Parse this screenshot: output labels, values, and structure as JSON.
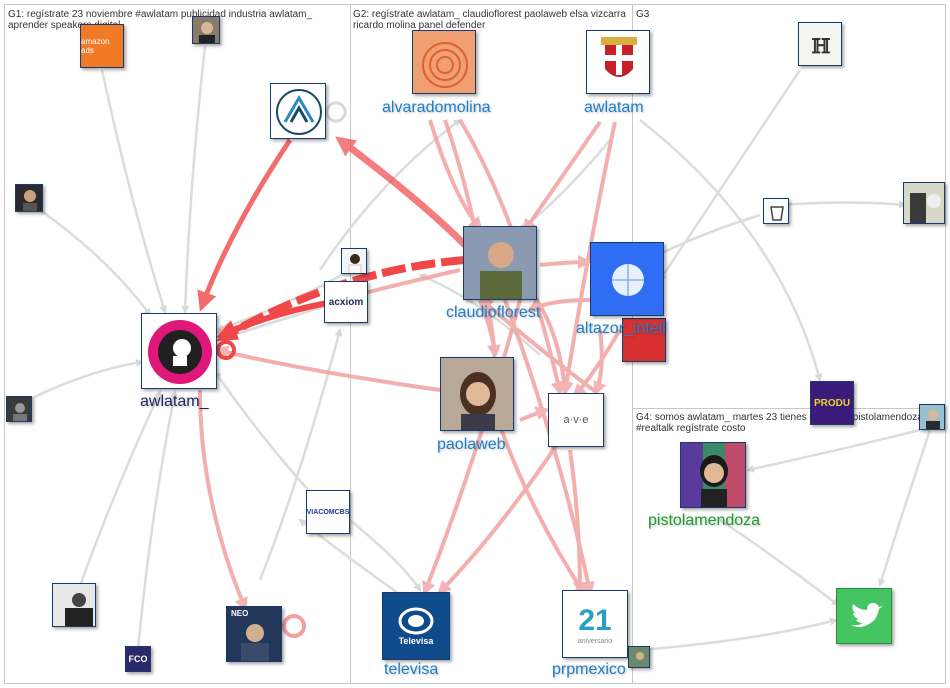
{
  "groups": {
    "g1": "G1: regístrate 23 noviembre #awlatam publicidad industria awlatam_ aprender speakers digital",
    "g2": "G2: regístrate awlatam_ claudioflorest paolaweb elsa vizcarra ricardo molina panel defender",
    "g3": "G3",
    "g4": "G4: somos awlatam_ martes 23 tienes escuchar pistolamendoza #realtalk regístrate costo"
  },
  "nodes": {
    "awlatam_": "awlatam_",
    "alvaradomolina": "alvaradomolina",
    "awlatam": "awlatam",
    "claudioflorest": "claudioflorest",
    "altazor_intell": "altazor_intell",
    "paolaweb": "paolaweb",
    "pistolamendoza": "pistolamendoza",
    "televisa": "televisa",
    "prpmexico": "prpmexico"
  },
  "logos": {
    "amazon_ads": "amazon ads",
    "acxiom": "acxiom",
    "viacom": "VIACOMCBS",
    "fco": "FCO",
    "neo": "NEO",
    "televisa": "Televisa",
    "ave": "a·v·e",
    "produ": "PRODU",
    "prp": "21",
    "prp_sub": "aniversario"
  },
  "colors": {
    "strong_edge": "#f03c3c",
    "medium_edge": "#f2a0a0",
    "weak_edge": "#dcdcdc",
    "label_blue": "#1f7fc9",
    "label_green": "#1f9b2e",
    "partition": "#c8c8c8"
  }
}
